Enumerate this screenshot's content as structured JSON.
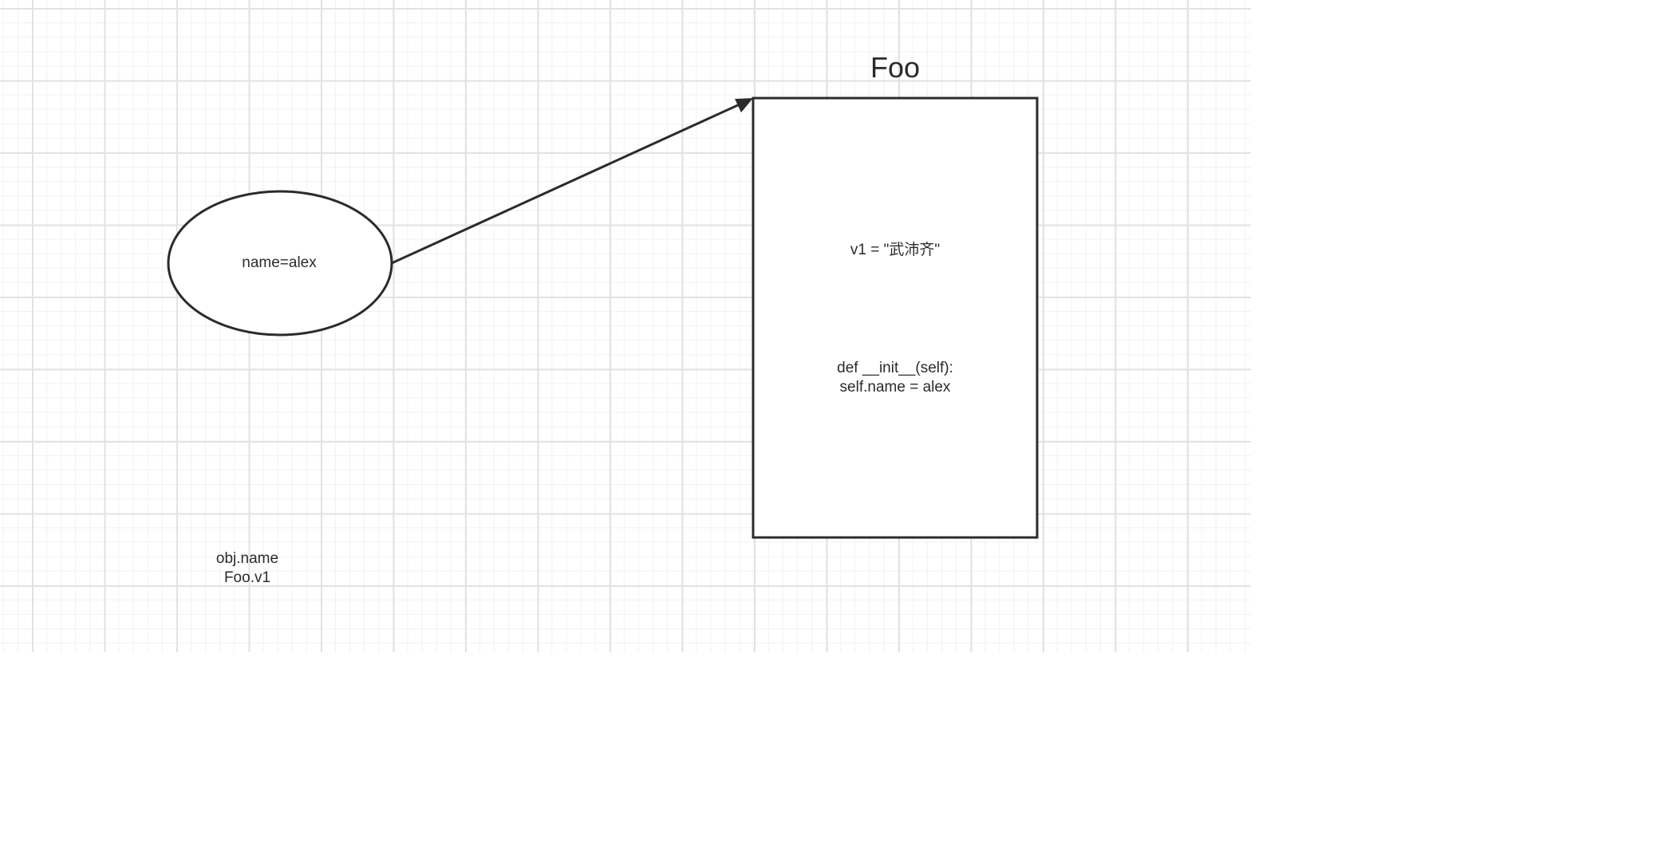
{
  "diagram": {
    "colors": {
      "stroke": "#2b2b2b",
      "fill": "#ffffff",
      "grid_major": "#e2e2e2",
      "grid_minor": "#f1f1f1"
    },
    "instance": {
      "label": "name=alex"
    },
    "class_box": {
      "title": "Foo",
      "attribute": "v1 = \"武沛齐\"",
      "method_lines": [
        "def __init__(self):",
        "self.name = alex"
      ]
    },
    "note": {
      "lines": [
        "obj.name",
        "Foo.v1"
      ]
    }
  }
}
